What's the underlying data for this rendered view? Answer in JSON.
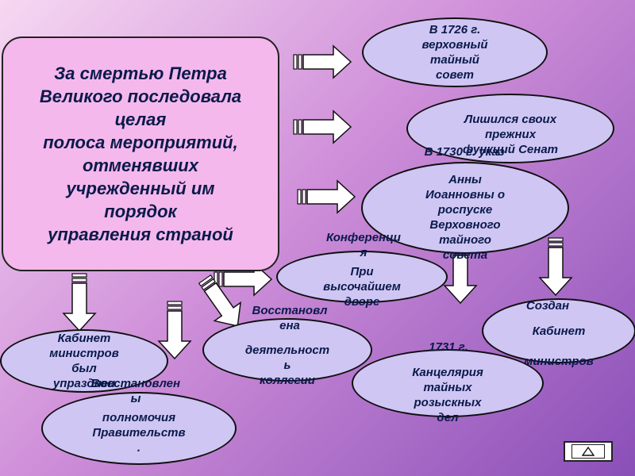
{
  "main_text": "За смертью Петра\nВеликого последовала\nцелая\nполоса мероприятий,\nотменявших\nучрежденный им\nпорядок\nуправления страной",
  "ovals": {
    "privy_council": "В 1726 г.\nверховный\nтайный\nсовет",
    "senate": "Лишился своих\nпрежних\nфункций Сенат",
    "anna_decree": "Анны\nИоанновны о\nроспуске\nВерховного\nтайного\nсовета",
    "conference": "При\nвысочайшем\nдворе",
    "cabinet_created": "Кабинет\n\nминистров",
    "chancellery": "Канцелярия\nтайных\nрозыскных\nдел",
    "collegia": "деятельност\nь\nколлегии",
    "cabinet_abolished": "Кабинет\nминистров\nбыл\nупразднен",
    "govt_powers": "полномочия\nПравительств\n."
  },
  "labels": {
    "anna_year": "В 1730 г. указ",
    "conference_title": "Конференци\nя",
    "cabinet_title": "Создан",
    "year_1731": "1731 г.",
    "restored_collegia": "Восстановл\nена",
    "restored_govt": "Восстановлен\nы"
  },
  "colors": {
    "oval_fill": "#cfc6f4",
    "main_fill": "#f5b8ec",
    "text": "#0a1a4a"
  }
}
